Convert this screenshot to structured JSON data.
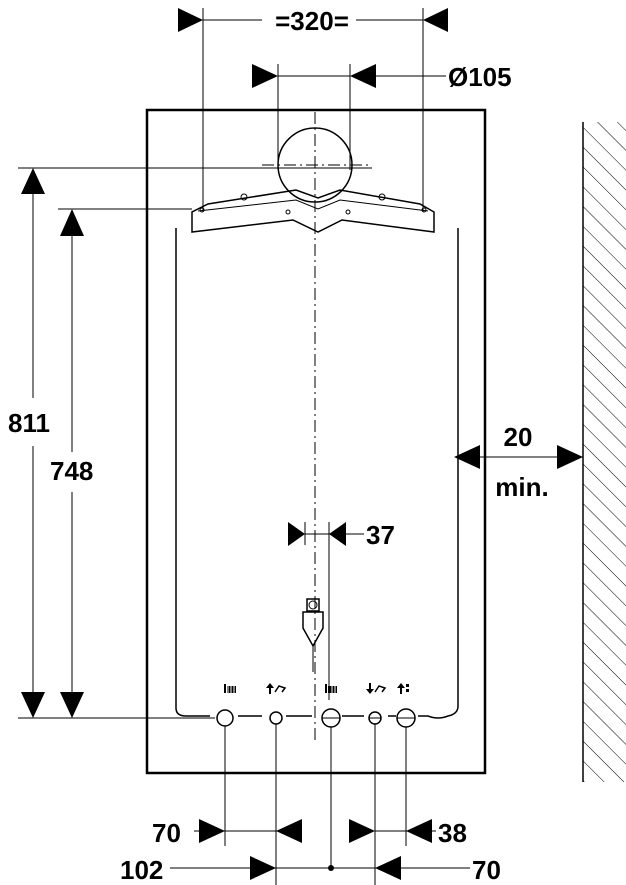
{
  "dimensions": {
    "bracket_width": "=320=",
    "flue_diameter": "Ø105",
    "total_height": "811",
    "bracket_height": "748",
    "side_clearance_value": "20",
    "side_clearance_unit": "min.",
    "center_offset": "37",
    "pipe_spacing_left": "70",
    "pipe_spacing_right": "38",
    "pipe_spacing_bottom_left": "102",
    "pipe_spacing_bottom_right": "70"
  }
}
